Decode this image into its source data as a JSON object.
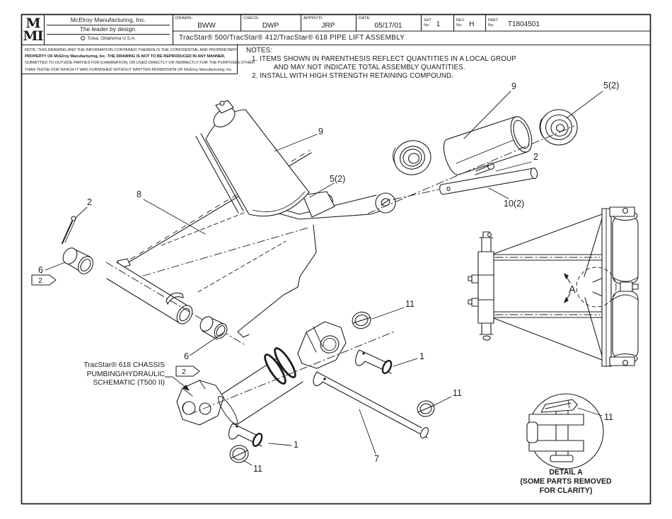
{
  "title_block": {
    "logo_top": "M",
    "logo_bottom": "MI",
    "company_name": "McElroy Manufacturing, Inc.",
    "tagline": "The leader by design.",
    "location": "Tulsa, Oklahoma U.S.A.",
    "drawn_label": "DRAWN:",
    "drawn_value": "BWW",
    "check_label": "CHECK:",
    "check_value": "DWP",
    "apprvd_label": "APPRV'D:",
    "apprvd_value": "JRP",
    "date_label": "DATE:",
    "date_value": "05/17/01",
    "sht_label_1": "SHT",
    "sht_label_2": "No:",
    "sht_value": "1",
    "rev_label_1": "REV",
    "rev_label_2": "No:",
    "rev_value": "H",
    "part_label_1": "PART",
    "part_label_2": "No:",
    "part_value": "T1804501",
    "drawing_title": "TracStar® 500/TracStar® 412/TracStar® 618 PIPE LIFT ASSEMBLY"
  },
  "legal_note": {
    "lines": [
      "NOTE: THIS DRAWING AND THE INFORMATION CONTAINED THEREIN IS THE CONFIDENTIAL AND PROPRIETARY",
      "PROPERTY OF McElroy Manufacturing, Inc. THE DRAWING IS NOT TO BE REPRODUCED IN ANY MANNER,",
      "SUBMITTED TO OUTSIDE PARTIES FOR EXAMINATION, OR USED DIRECTLY OR INDIRECTLY FOR THE PURPOSES OTHER",
      "THAN THOSE FOR WHICH IT WAS FURNISHED WITHOUT WRITTEN PERMISSION OF McElroy Manufacturing, Inc."
    ]
  },
  "notes": {
    "heading": "NOTES:",
    "item1": "1. ITEMS SHOWN IN PARENTHESIS REFLECT QUANTITIES IN A LOCAL GROUP",
    "item1b": "AND MAY NOT INDICATE TOTAL ASSEMBLY QUANTITIES.",
    "item2": "2. INSTALL WITH HIGH STRENGTH RETAINING COMPOUND."
  },
  "callouts": {
    "pad_roller": "9",
    "roller_tube": "9",
    "bearing_left": "5(2)",
    "bearing_right": "5(2)",
    "cotter_pin_left": "2",
    "cotter_pin_right": "2",
    "frame": "8",
    "bushing_left": "6",
    "bushing_center": "6",
    "flag_left": "2",
    "flag_center": "2",
    "shaft": "10(2)",
    "lift_rod": "7",
    "clevis_pin_upper": "1",
    "clevis_pin_lower": "1",
    "clip_upper": "11",
    "clip_right": "11",
    "clip_lower": "11",
    "clip_detail": "11",
    "view_letter": "A"
  },
  "annotations": {
    "chassis_ref_1": "TracStar® 618 CHASSIS",
    "chassis_ref_2": "PUMBING/HYDRAULIC",
    "chassis_ref_3": "SCHEMATIC (T500 II)"
  },
  "detail_view": {
    "title": "DETAIL A",
    "subtitle_1": "(SOME PARTS REMOVED",
    "subtitle_2": "FOR CLARITY)"
  },
  "colors": {
    "line": "#1c1c1c",
    "background": "#ffffff"
  }
}
